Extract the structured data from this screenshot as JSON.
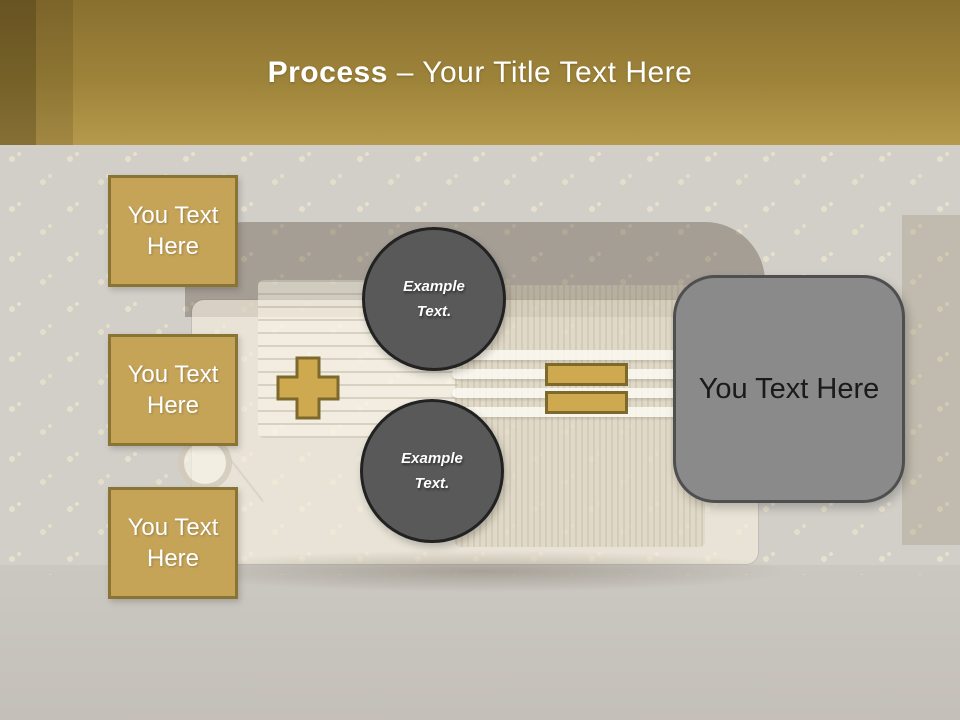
{
  "header": {
    "title_emphasis": "Process",
    "title_separator": "–",
    "title_rest": "Your Title Text Here"
  },
  "boxes": [
    {
      "label": "You Text Here"
    },
    {
      "label": "You Text Here"
    },
    {
      "label": "You Text Here"
    }
  ],
  "circles": [
    {
      "label": "Example Text."
    },
    {
      "label": "Example Text."
    }
  ],
  "result_box": {
    "label": "You Text Here"
  },
  "colors": {
    "header_top": "#8a7030",
    "header_bottom": "#b5994c",
    "title_color": "#ffffff",
    "wall": "#d2cfc9",
    "gold_fill": "#c5a458",
    "gold_border": "#8a7434",
    "accent_gold": "#cfa94f",
    "accent_gold_border": "#7c692b",
    "circle_fill": "#595959",
    "circle_border": "#222222",
    "result_fill": "#8a8a8a",
    "result_border": "#4f4f4f"
  }
}
